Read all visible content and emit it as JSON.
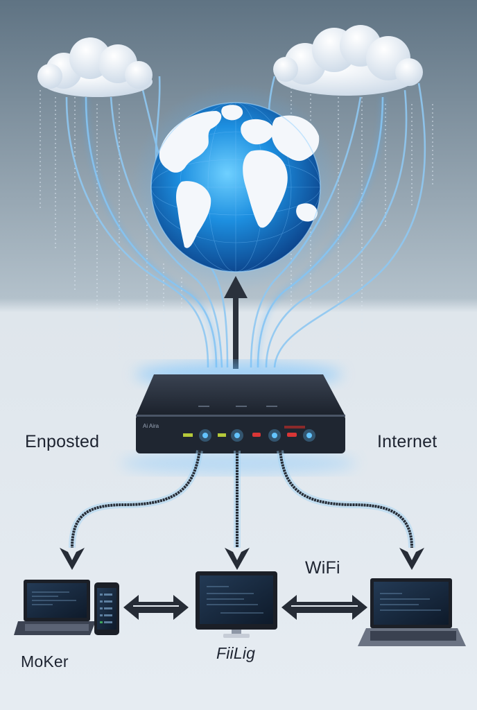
{
  "labels": {
    "left": "Enposted",
    "right": "Internet",
    "wifi": "WiFi",
    "bottom_left": "MoKer",
    "bottom_center": "FiiLig"
  },
  "router": {
    "brand": "Ai Aira"
  },
  "icons": [
    "cloud-icon",
    "globe-icon",
    "router-icon",
    "laptop-icon",
    "phone-icon",
    "desktop-icon"
  ],
  "colors": {
    "bg_top": "#5f7383",
    "bg_mid": "#b3c1cb",
    "floor": "#e6ecf2",
    "glow": "#4fb2ff",
    "cable": "#8fc8f2",
    "router": "#1f2631",
    "text": "#1d2330"
  }
}
